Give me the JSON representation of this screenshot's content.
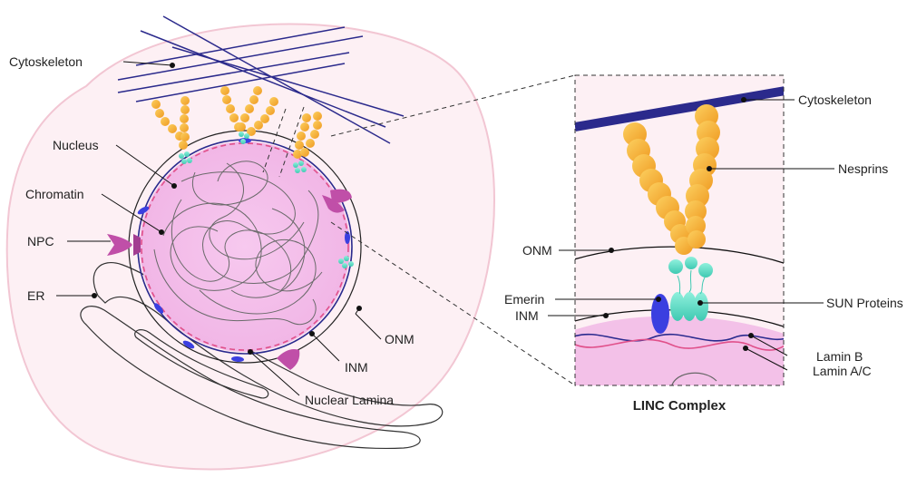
{
  "diagram": {
    "left_labels": {
      "cytoskeleton": "Cytoskeleton",
      "nucleus": "Nucleus",
      "chromatin": "Chromatin",
      "npc": "NPC",
      "er": "ER",
      "onm": "ONM",
      "inm": "INM",
      "nuclear_lamina": "Nuclear Lamina"
    },
    "inset_labels": {
      "cytoskeleton": "Cytoskeleton",
      "nesprins": "Nesprins",
      "onm": "ONM",
      "emerin": "Emerin",
      "inm": "INM",
      "sun_proteins": "SUN Proteins",
      "lamin_b": "Lamin B",
      "lamin_ac": "Lamin A/C"
    },
    "inset_title": "LINC Complex",
    "colors": {
      "cell_fill": "#fdf0f4",
      "cell_outline": "#f2c6d3",
      "nucleus_fill": "#f6c2ec",
      "cytoskeleton": "#2b2a8c",
      "nesprin": "#f2a62a",
      "sun": "#6fe3cf",
      "npc": "#c04fa8",
      "emerin": "#3b3fe0",
      "lamin_b": "#2a2a8e",
      "lamin_ac": "#e0508a"
    }
  }
}
